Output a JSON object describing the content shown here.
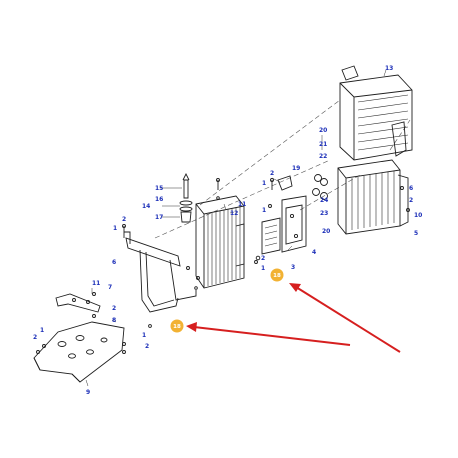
{
  "diagram": {
    "highlight_color": "#f2b233",
    "callout_color": "#1c2fb8",
    "arrow_color": "#d61f1f",
    "highlighted_callouts": [
      "18",
      "18"
    ],
    "callouts": {
      "c13": "13",
      "c20a": "20",
      "c21": "21",
      "c22": "22",
      "c19": "19",
      "c2a": "2",
      "c1a": "1",
      "c1b": "1",
      "c24": "24",
      "c23": "23",
      "c20b": "20",
      "c6r": "6",
      "c2r": "2",
      "c10": "10",
      "c5": "5",
      "c15": "15",
      "c16": "16",
      "c14": "14",
      "c17": "17",
      "c2b": "2",
      "c11a": "11",
      "c12": "12",
      "c1c": "1",
      "c4": "4",
      "c3": "3",
      "c2c": "2",
      "c1d": "1",
      "c6l": "6",
      "c11b": "11",
      "c7": "7",
      "c2d": "2",
      "c8": "8",
      "c1e": "1",
      "c2e": "2",
      "c1f": "1",
      "c2f": "2",
      "c9": "9"
    },
    "highlights": {
      "h1": "18",
      "h2": "18"
    }
  }
}
